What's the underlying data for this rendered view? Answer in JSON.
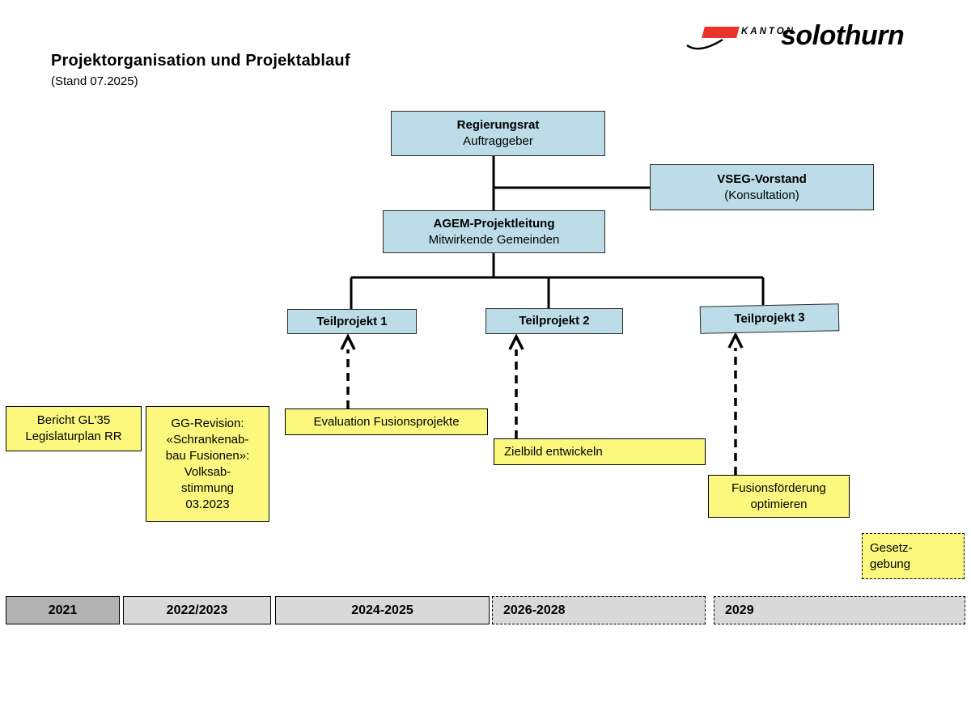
{
  "header": {
    "title": "Projektorganisation und Projektablauf",
    "subtitle": "(Stand 07.2025)"
  },
  "logo": {
    "kanton": "KANTON",
    "name": "solothurn",
    "red_color": "#e8352b"
  },
  "org": {
    "regierungsrat": {
      "title": "Regierungsrat",
      "subtitle": "Auftraggeber"
    },
    "vseg": {
      "title": "VSEG-Vorstand",
      "subtitle": "(Konsultation)"
    },
    "agem": {
      "title": "AGEM-Projektleitung",
      "subtitle": "Mitwirkende Gemeinden"
    },
    "teilprojekt1": {
      "label": "Teilprojekt 1"
    },
    "teilprojekt2": {
      "label": "Teilprojekt 2"
    },
    "teilprojekt3": {
      "label": "Teilprojekt 3"
    }
  },
  "milestones": {
    "bericht": {
      "lines": [
        "Bericht GL'35",
        "Legislaturplan RR"
      ]
    },
    "gg_revision": {
      "lines": [
        "GG-Revision:",
        "«Schrankenab-",
        "bau Fusionen»:",
        "Volksab-",
        "stimmung",
        "03.2023"
      ]
    },
    "evaluation": {
      "label": "Evaluation Fusionsprojekte"
    },
    "zielbild": {
      "label": "Zielbild entwickeln"
    },
    "fusionsfoerderung": {
      "lines": [
        "Fusionsförderung",
        "optimieren"
      ]
    },
    "gesetzgebung": {
      "lines": [
        "Gesetz-",
        "gebung"
      ]
    }
  },
  "timeline": [
    {
      "label": "2021",
      "style": "dark"
    },
    {
      "label": "2022/2023",
      "style": "light"
    },
    {
      "label": "2024-2025",
      "style": "light"
    },
    {
      "label": "2026-2028",
      "style": "dashed"
    },
    {
      "label": "2029",
      "style": "dashed"
    }
  ],
  "colors": {
    "box_blue": "#bcdde8",
    "box_yellow": "#fcf87e",
    "bar_dark_gray": "#b3b3b3",
    "bar_light_gray": "#d9d9d9",
    "line_black": "#000000"
  }
}
